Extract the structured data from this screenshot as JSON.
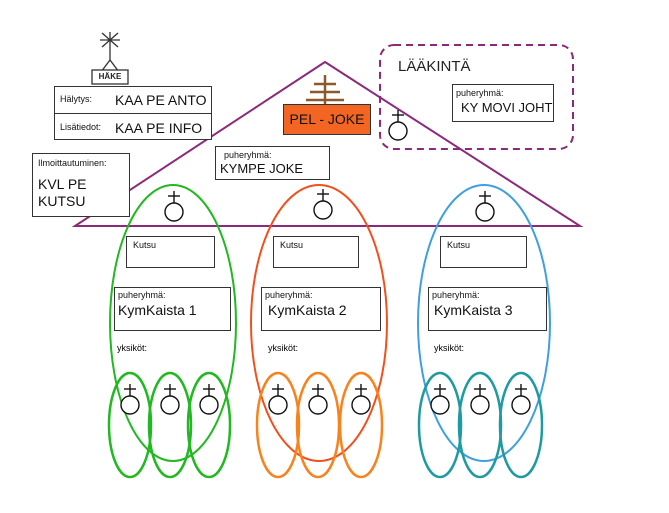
{
  "hake": {
    "label": "HÄKE"
  },
  "halytys": {
    "label": "Hälytys:",
    "value": "KAA PE ANTO"
  },
  "lisatiedot": {
    "label": "Lisätiedot:",
    "value": "KAA PE INFO"
  },
  "ilmoittautuminen": {
    "label": "Ilmoittautuminen:",
    "line1": "KVL PE",
    "line2": "KUTSU"
  },
  "lead": {
    "label": "PEL - JOKE",
    "color": "#F26522"
  },
  "main_group": {
    "label": "puheryhmä:",
    "value": "KYMPE JOKE"
  },
  "medical": {
    "title": "LÄÄKINTÄ",
    "group_label": "puheryhmä:",
    "group_value": "KY MOVI JOHT",
    "color": "#8B2A7B"
  },
  "roof_color": "#8B2A7B",
  "groups": [
    {
      "kutsu": "Kutsu",
      "puheryhma_label": "puheryhmä:",
      "puheryhma": "KymKaista 1",
      "yksikot": "yksiköt:",
      "color": "#22B822"
    },
    {
      "kutsu": "Kutsu",
      "puheryhma_label": "puheryhmä:",
      "puheryhma": "KymKaista 2",
      "yksikot": "yksiköt:",
      "color": "#F0501E"
    },
    {
      "kutsu": "Kutsu",
      "puheryhma_label": "puheryhmä:",
      "puheryhma": "KymKaista 3",
      "yksikot": "yksiköt:",
      "color": "#3F9FE0"
    }
  ],
  "unit_colors": [
    "#22B822",
    "#F7831E",
    "#1E9AA0"
  ]
}
